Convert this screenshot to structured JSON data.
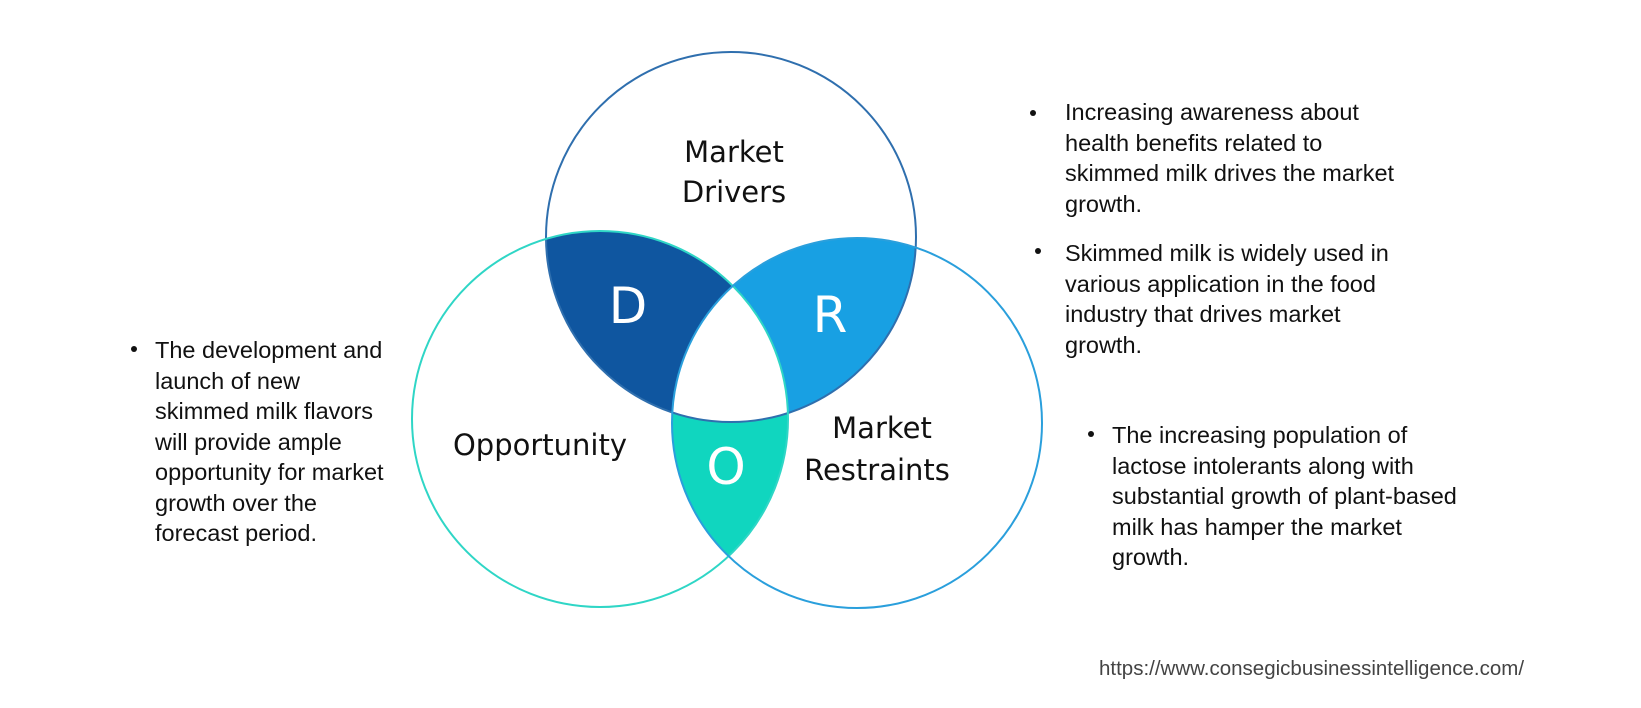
{
  "diagram": {
    "type": "venn-dro",
    "circles": [
      {
        "id": "drivers",
        "label_lines": [
          "Market",
          "Drivers"
        ],
        "stroke": "#2f6fae"
      },
      {
        "id": "opportunity",
        "label_lines": [
          "Opportunity"
        ],
        "stroke": "#2fd6c6"
      },
      {
        "id": "restraints",
        "label_lines": [
          "Market",
          "Restraints"
        ],
        "stroke": "#2a9fdc"
      }
    ],
    "overlaps": [
      {
        "id": "drivers-opportunity",
        "letter": "D",
        "fill": "#0f56a0"
      },
      {
        "id": "drivers-restraints",
        "letter": "R",
        "fill": "#18a0e3"
      },
      {
        "id": "opportunity-restraints",
        "letter": "O",
        "fill": "#10d6bf"
      }
    ]
  },
  "opportunity_points": [
    "The development and launch of new skimmed milk flavors will provide ample opportunity for market growth over the forecast period."
  ],
  "driver_points": [
    "Increasing awareness about health benefits related to skimmed milk drives the market growth.",
    "Skimmed milk is widely used in various application in the food industry that drives market growth."
  ],
  "restraint_points": [
    "The increasing population of lactose intolerants along with substantial growth of plant-based milk has hamper the market growth."
  ],
  "footer": {
    "url": "https://www.consegicbusinessintelligence.com/"
  }
}
